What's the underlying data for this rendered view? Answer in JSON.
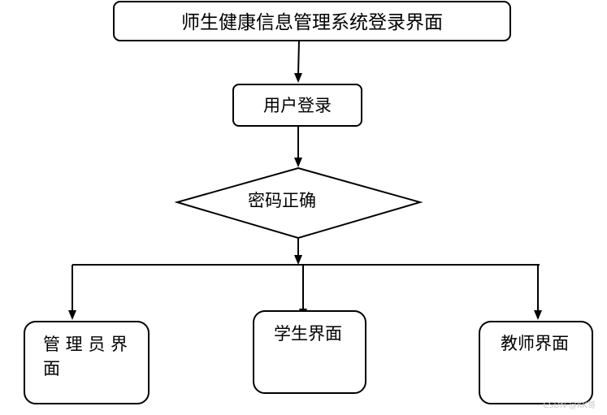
{
  "diagram": {
    "title_box": "师生健康信息管理系统登录界面",
    "login_box": "用户登录",
    "decision": "密码正确",
    "admin_box_line1": "管 理 员 界",
    "admin_box_line2": "面",
    "student_box": "学生界面",
    "teacher_box": "教师界面"
  },
  "watermark": "CSDN @KK哥"
}
